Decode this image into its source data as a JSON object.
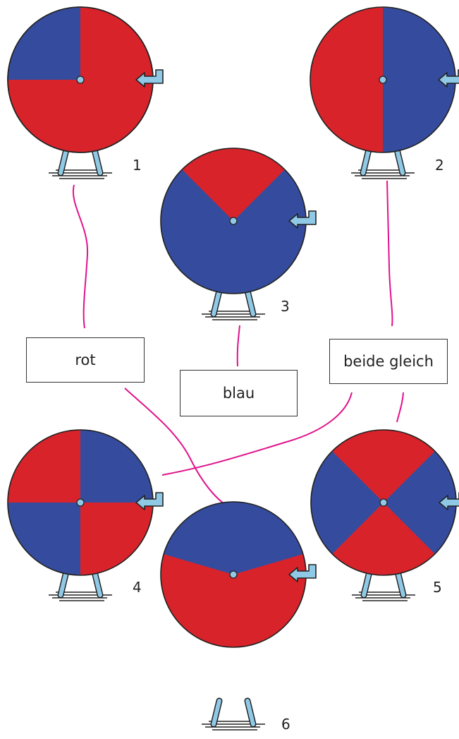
{
  "colors": {
    "red": "#D9232A",
    "blue": "#354C9E",
    "light_blue": "#8FC9E6",
    "connector": "#E0138C"
  },
  "wheels": [
    {
      "number": "1",
      "description": "three quarters red, one quarter blue"
    },
    {
      "number": "2",
      "description": "half red, half blue"
    },
    {
      "number": "3",
      "description": "one quarter red, three quarters blue"
    },
    {
      "number": "4",
      "description": "four alternating quarters, two red and two blue"
    },
    {
      "number": "5",
      "description": "four alternating sectors, two red and two blue"
    },
    {
      "number": "6",
      "description": "mostly red with a smaller blue top segment"
    }
  ],
  "labels": [
    {
      "text": "rot"
    },
    {
      "text": "blau"
    },
    {
      "text": "beide gleich"
    }
  ],
  "connections": [
    {
      "from": "wheel-1",
      "to": "rot"
    },
    {
      "from": "wheel-2",
      "to": "beide gleich"
    },
    {
      "from": "wheel-3",
      "to": "blau"
    },
    {
      "from": "rot",
      "to": "wheel-6"
    },
    {
      "from": "beide gleich",
      "to": "wheel-4"
    },
    {
      "from": "beide gleich",
      "to": "wheel-5"
    }
  ]
}
